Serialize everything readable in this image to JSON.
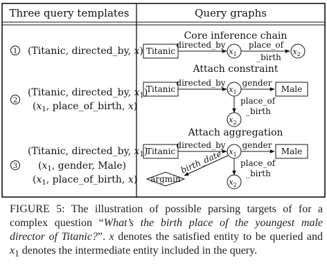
{
  "table": {
    "header_left": "Three query templates",
    "header_right": "Query graphs",
    "rows": [
      {
        "marker": "①",
        "templates": [
          "(Titanic, directed_by, x)"
        ],
        "graph_title": "Core inference chain",
        "nodes": {
          "entity": "Titanic",
          "var1": "x1",
          "var2": "x2"
        },
        "edges": {
          "e1": "directed_by",
          "e2_a": "place_of",
          "e2_b": "_birth"
        }
      },
      {
        "marker": "②",
        "templates": [
          "(Titanic, directed_by, x1)",
          "(x1, place_of_birth, x)"
        ],
        "graph_title": "Attach constraint",
        "nodes": {
          "entity": "Titanic",
          "var1": "x1",
          "var2": "x2",
          "male": "Male"
        },
        "edges": {
          "e1": "directed_by",
          "gender": "gender",
          "pob_a": "place_of",
          "pob_b": "_birth"
        }
      },
      {
        "marker": "③",
        "templates": [
          "(Titanic, directed_by, x1)",
          "(x1, gender, Male)",
          "(x1, place_of_birth, x)"
        ],
        "graph_title": "Attach aggregation",
        "nodes": {
          "entity": "Titanic",
          "var1": "x1",
          "var2": "x2",
          "male": "Male",
          "argmin": "argmin"
        },
        "edges": {
          "e1": "directed_by",
          "gender": "gender",
          "pob_a": "place_of",
          "pob_b": "_birth",
          "birth_date": "birth_date"
        }
      }
    ]
  },
  "caption": {
    "label": "FIGURE 5:",
    "text1": " The illustration of possible parsing targets of for a complex question “",
    "question": "What’s the birth place of the youngest male director of Titanic?",
    "text2": "”. ",
    "var_x": "x",
    "text3": " denotes the satisfied entity to be queried and ",
    "var_x1": "x",
    "var_x1_sub": "1",
    "text4": " denotes the intermediate entity included in the query."
  }
}
